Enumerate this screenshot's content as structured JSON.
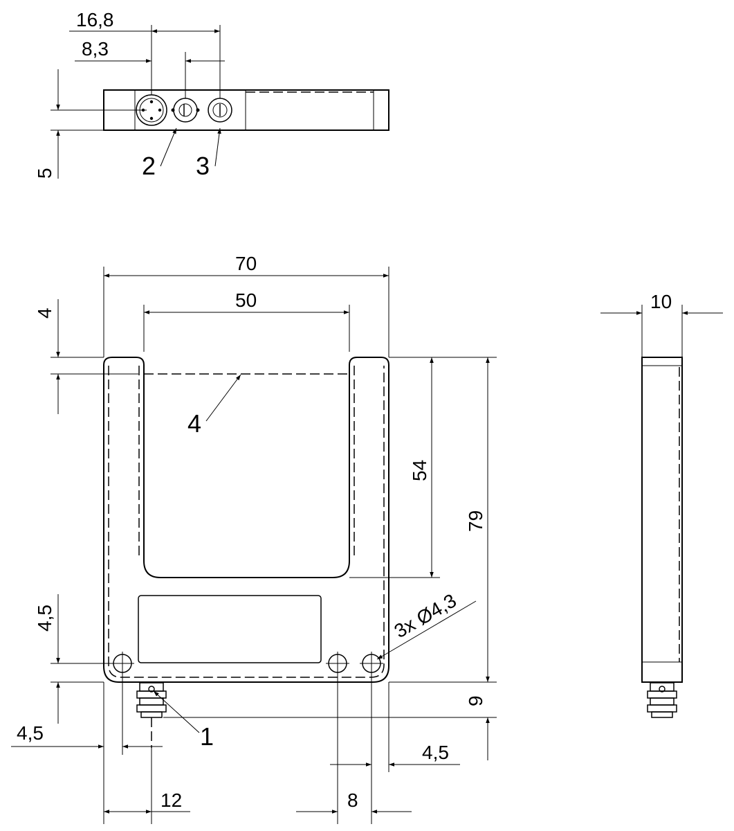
{
  "dimensions": {
    "top_connector_offset_outer": "16,8",
    "top_connector_offset_inner": "8,3",
    "top_height": "5",
    "total_width": "70",
    "slot_width": "50",
    "arm_offset": "4",
    "slot_depth": "54",
    "total_height": "79",
    "hole_height": "4,5",
    "hole_diameter": "3x Ø4,3",
    "connector_length": "9",
    "left_hole_offset": "4,5",
    "right_hole_offset": "4,5",
    "connector_position": "12",
    "right_holes_spacing": "8",
    "side_thickness": "10"
  },
  "callouts": {
    "connector": "1",
    "indicator": "2",
    "potentiometer": "3",
    "optical_axis": "4"
  }
}
